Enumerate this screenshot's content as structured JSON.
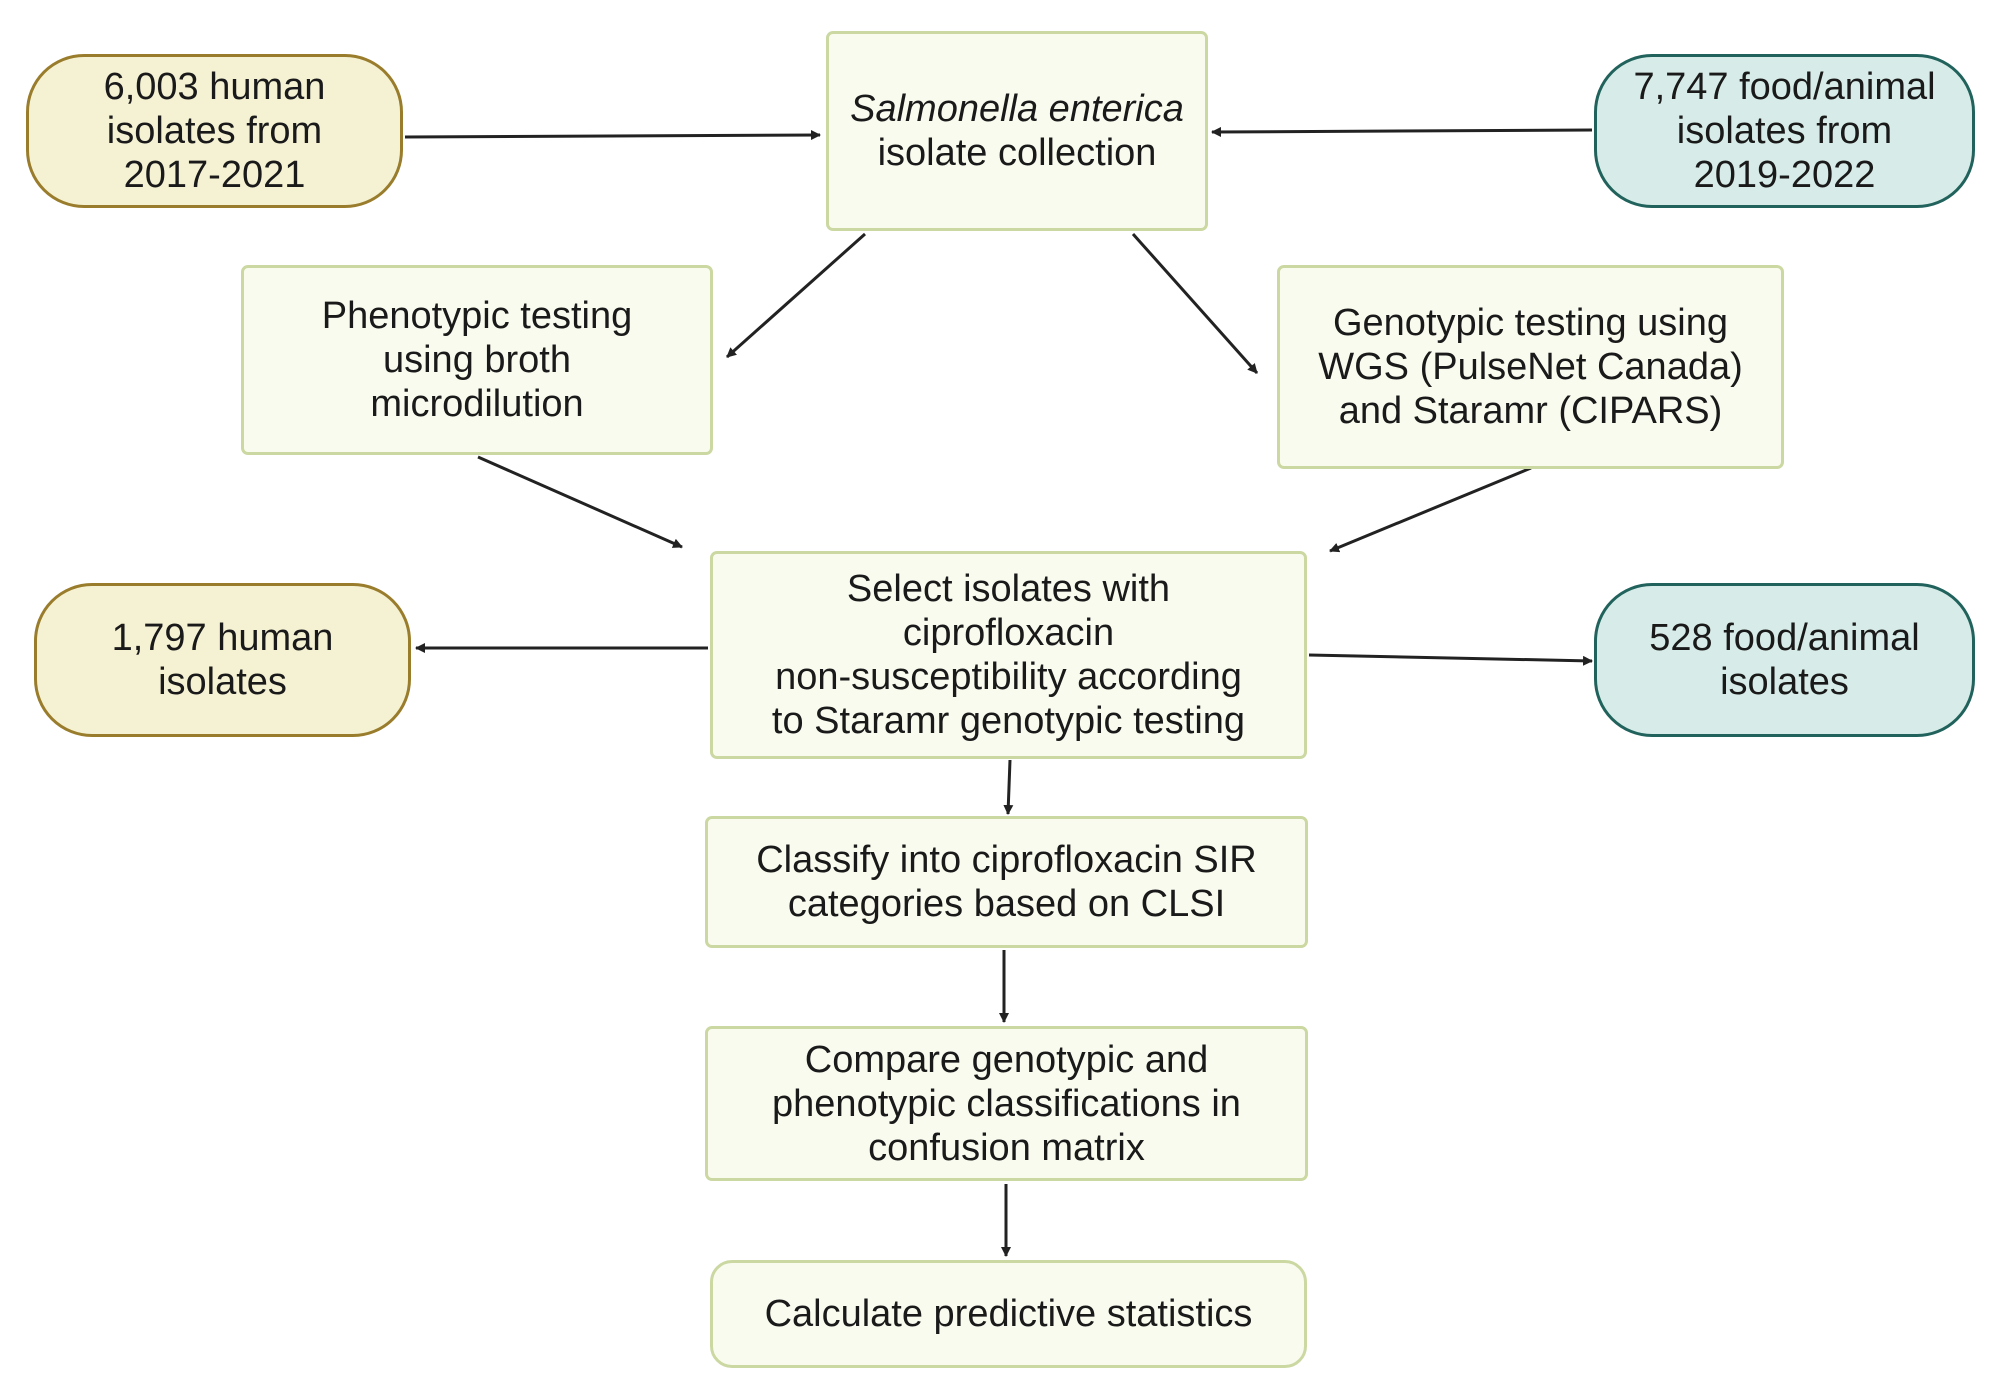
{
  "nodes": {
    "human_source": {
      "lines": [
        "6,003 human",
        "isolates from",
        "2017-2021"
      ]
    },
    "collection": {
      "lines": [
        "Salmonella enterica",
        "isolate collection"
      ]
    },
    "food_source": {
      "lines": [
        "7,747 food/animal",
        "isolates from",
        "2019-2022"
      ]
    },
    "phenotypic": {
      "lines": [
        "Phenotypic testing",
        "using broth",
        "microdilution"
      ]
    },
    "genotypic": {
      "lines": [
        "Genotypic testing using",
        "WGS (PulseNet Canada)",
        "and Staramr (CIPARS)"
      ]
    },
    "select": {
      "lines": [
        "Select isolates with",
        "ciprofloxacin",
        "non-susceptibility according",
        "to Staramr genotypic testing"
      ]
    },
    "human_selected": {
      "lines": [
        "1,797 human",
        "isolates"
      ]
    },
    "food_selected": {
      "lines": [
        "528 food/animal",
        "isolates"
      ]
    },
    "classify": {
      "lines": [
        "Classify into ciprofloxacin SIR",
        "categories based on CLSI"
      ]
    },
    "compare": {
      "lines": [
        "Compare genotypic and",
        "phenotypic classifications in",
        "confusion matrix"
      ]
    },
    "calculate": {
      "lines": [
        "Calculate predictive statistics"
      ]
    }
  },
  "edges": [
    {
      "from": "human_source",
      "to": "collection"
    },
    {
      "from": "food_source",
      "to": "collection"
    },
    {
      "from": "collection",
      "to": "phenotypic"
    },
    {
      "from": "collection",
      "to": "genotypic"
    },
    {
      "from": "phenotypic",
      "to": "select"
    },
    {
      "from": "genotypic",
      "to": "select"
    },
    {
      "from": "select",
      "to": "human_selected"
    },
    {
      "from": "select",
      "to": "food_selected"
    },
    {
      "from": "select",
      "to": "classify"
    },
    {
      "from": "classify",
      "to": "compare"
    },
    {
      "from": "compare",
      "to": "calculate"
    }
  ],
  "colors": {
    "step_fill": "#fafbef",
    "step_border": "#cbd8a2",
    "human_fill": "#f5f2d4",
    "human_border": "#9a7d2c",
    "food_fill": "#d7ece8",
    "food_border": "#21635c",
    "arrow": "#222222"
  }
}
